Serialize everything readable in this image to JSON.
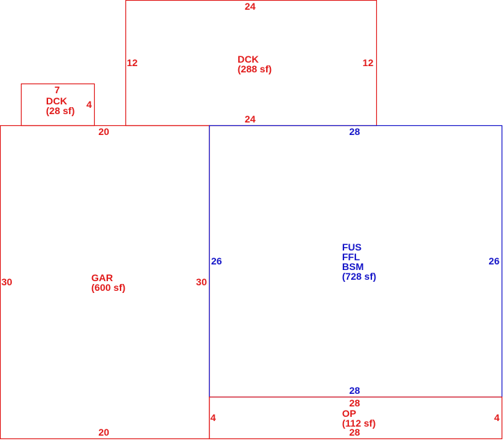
{
  "colors": {
    "red": "#e11a1a",
    "blue": "#1515c8"
  },
  "areas": {
    "deck_top": {
      "name": "DCK",
      "area": "(288 sf)",
      "dims": {
        "top": "24",
        "bottom": "24",
        "left": "12",
        "right": "12"
      }
    },
    "deck_small": {
      "name": "DCK",
      "area": "(28 sf)",
      "dims": {
        "top": "7",
        "right": "4"
      }
    },
    "garage": {
      "name": "GAR",
      "area": "(600 sf)",
      "dims": {
        "top": "20",
        "bottom": "20",
        "left": "30",
        "right": "30"
      }
    },
    "house": {
      "lines": [
        "FUS",
        "FFL",
        "BSM"
      ],
      "area": "(728 sf)",
      "dims": {
        "top": "28",
        "bottom": "28",
        "left": "26",
        "right": "26"
      }
    },
    "porch": {
      "name": "OP",
      "area": "(112 sf)",
      "dims": {
        "top": "28",
        "bottom": "28",
        "left": "4",
        "right": "4"
      }
    }
  }
}
